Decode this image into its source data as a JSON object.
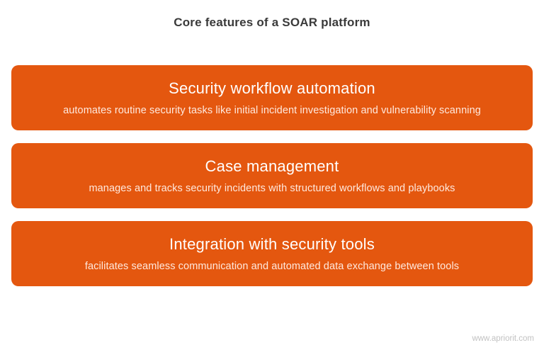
{
  "title": "Core features of a SOAR platform",
  "accent_color": "#e4570f",
  "cards": [
    {
      "title": "Security workflow automation",
      "description": "automates routine security tasks like initial incident investigation and vulnerability scanning"
    },
    {
      "title": "Case management",
      "description": "manages and tracks security incidents with structured workflows and playbooks"
    },
    {
      "title": "Integration with security tools",
      "description": "facilitates seamless communication and automated data exchange between tools"
    }
  ],
  "footer": {
    "url": "www.apriorit.com"
  }
}
